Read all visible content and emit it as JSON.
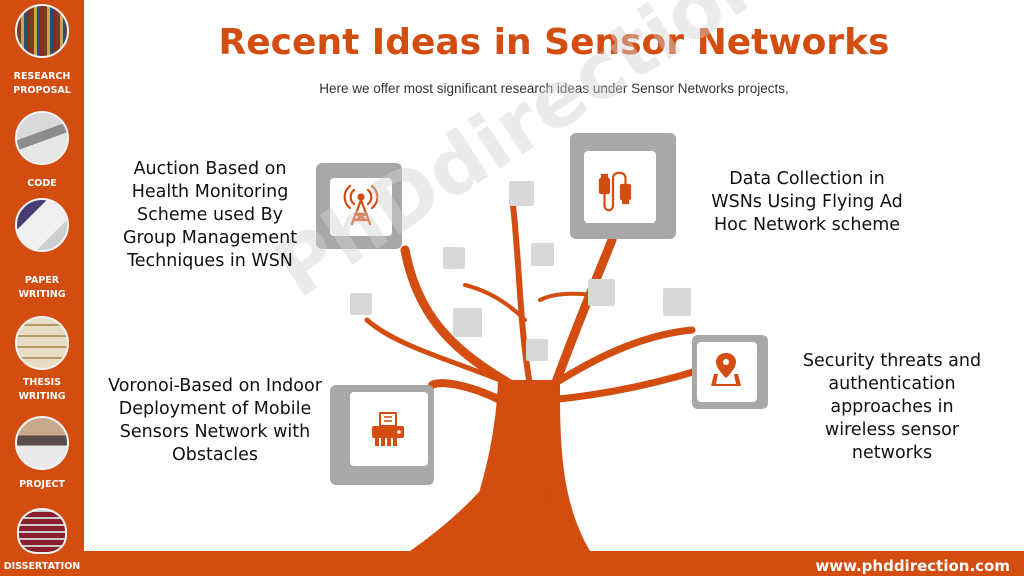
{
  "title": "Recent Ideas in Sensor Networks",
  "subtitle": "Here we offer most significant research ideas under Sensor Networks projects,",
  "watermark": "PhDdirection.com",
  "sidebar": {
    "items": [
      {
        "label": "RESEARCH PROPOSAL",
        "icon": "bookshelf-photo"
      },
      {
        "label": "CODE",
        "icon": "laptop-photo"
      },
      {
        "label": "PAPER WRITING",
        "icon": "pen-writing-photo"
      },
      {
        "label": "THESIS WRITING",
        "icon": "thesis-blocks-photo"
      },
      {
        "label": "PROJECT",
        "icon": "student-desk-photo"
      },
      {
        "label": "DISSERTATION",
        "icon": "book-stack-photo"
      }
    ]
  },
  "ideas": [
    {
      "text": "Auction Based on Health Monitoring Scheme used By Group Management Techniques in WSN",
      "icon": "antenna-tower-icon"
    },
    {
      "text": "Data Collection in WSNs Using Flying Ad Hoc Network scheme",
      "icon": "usb-cable-icon"
    },
    {
      "text": "Voronoi-Based on Indoor Deployment of Mobile Sensors Network with Obstacles",
      "icon": "fax-machine-icon"
    },
    {
      "text": "Security threats and authentication approaches in wireless sensor networks",
      "icon": "map-pin-icon"
    }
  ],
  "footer": {
    "url": "www.phddirection.com"
  },
  "colors": {
    "accent": "#d34c10",
    "frame": "#a8a8a8",
    "leaf": "#d8d8d8"
  }
}
